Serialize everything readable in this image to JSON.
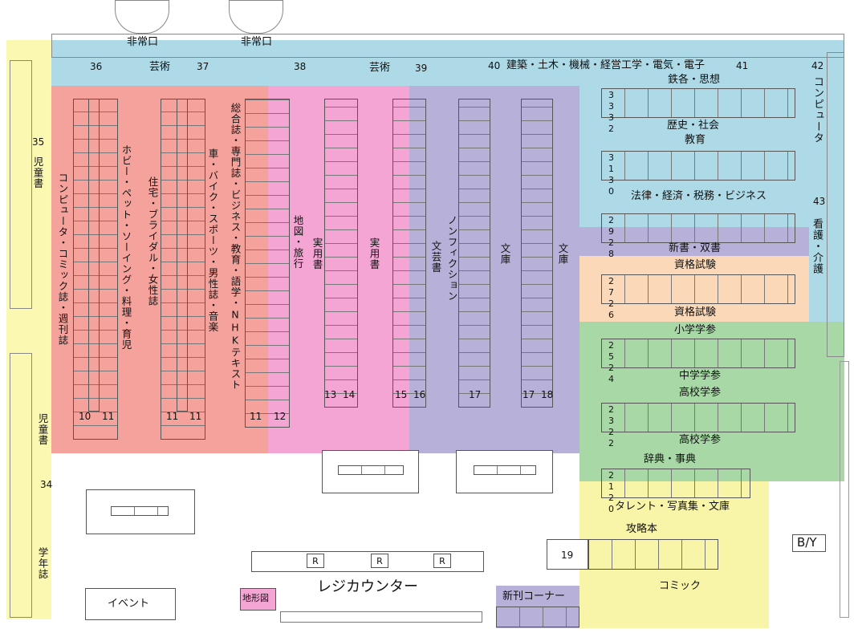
{
  "colors": {
    "blue": "#aed9e6",
    "red": "#f5a29c",
    "pink": "#f4a5d4",
    "purple": "#b7b1d9",
    "green": "#a8d8a6",
    "orange": "#fbd9b8",
    "yellow": "#f9f5a8",
    "side_yellow": "#fbf8b2"
  },
  "exits": {
    "left": "非常口",
    "right": "非常口"
  },
  "top": {
    "n36": "36",
    "art1": "芸術",
    "n37": "37",
    "n38": "38",
    "art2": "芸術",
    "n39": "39",
    "n40": "40",
    "engineering": "建築・土木・機械・経営工学・電気・電子",
    "n41": "41",
    "philosophy": "鉄各・思想",
    "n42": "42",
    "computer": "コンピュータ"
  },
  "left_side": {
    "n35": "35",
    "children1": "児童書",
    "children2": "児童書",
    "n34": "34",
    "school": "学年誌"
  },
  "red_area": {
    "computer_comic": "コンピュータ・コミック誌・週刊誌",
    "hobby": "ホビー・ペット・ソーイング・料理・育児",
    "housing": "住宅・ブライダル・女性誌",
    "car": "車・バイク・スポーツ・男性誌・音楽",
    "general": "総合誌・専門誌・ビジネス・教育・語学・NHKテキスト",
    "n10": "10",
    "n11a": "11",
    "n11b": "11",
    "n11c": "11",
    "n11d": "11"
  },
  "pink_area": {
    "map_travel": "地図・旅行",
    "practical1": "実用書",
    "practical2": "実用書",
    "n12": "12",
    "n13": "13",
    "n14": "14"
  },
  "purple_area": {
    "literature": "文芸書",
    "nonfiction": "ノンフィクション",
    "bunko1": "文庫",
    "bunko2": "文庫",
    "n15": "15",
    "n16": "16",
    "n17a": "17",
    "n17b": "17",
    "n18": "18"
  },
  "right_area": {
    "n33": "33",
    "n32": "32",
    "history": "歴史・社会",
    "education": "教育",
    "n31": "31",
    "n30": "30",
    "law": "法律・経済・税務・ビジネス",
    "n29": "29",
    "n28": "28",
    "n43": "43",
    "nursing": "看護・介護",
    "new_books": "新書・双書",
    "qual1": "資格試験",
    "n27": "27",
    "n26": "26",
    "qual2": "資格試験",
    "elementary": "小学学参",
    "n25": "25",
    "n24": "24",
    "junior": "中学学参",
    "high1": "高校学参",
    "n23": "23",
    "n22": "22",
    "high2": "高校学参",
    "dictionary": "辞典・事典",
    "n21": "21",
    "n20": "20",
    "talent": "タレント・写真集・文庫",
    "strategy": "攻略本",
    "n19": "19",
    "comic": "コミック",
    "by": "B/Y"
  },
  "bottom": {
    "event": "イベント",
    "terrain": "地形図",
    "register": "レジカウンター",
    "new_release": "新刊コーナー",
    "r1": "R",
    "r2": "R",
    "r3": "R"
  }
}
